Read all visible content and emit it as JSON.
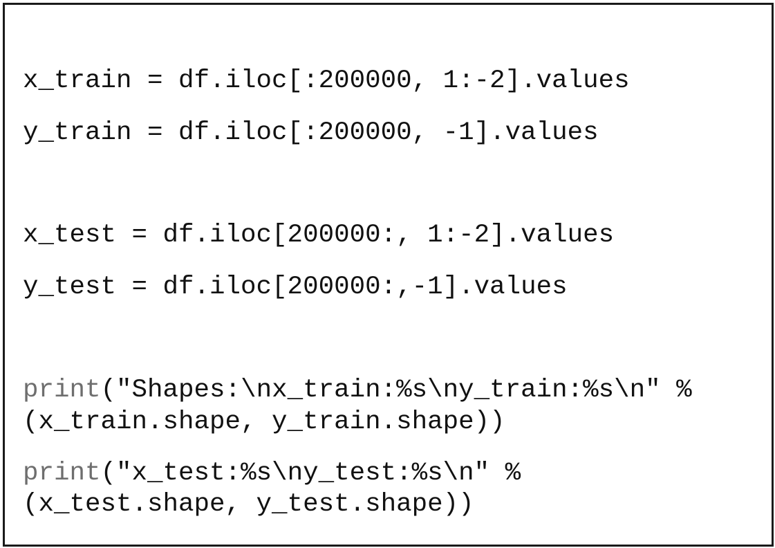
{
  "code": {
    "lines": [
      "x_train = df.iloc[:200000, 1:-2].values",
      "y_train = df.iloc[:200000, -1].values",
      "x_test = df.iloc[200000:, 1:-2].values",
      "y_test = df.iloc[200000:,-1].values",
      "print",
      "(\"Shapes:\\nx_train:%s\\ny_train:%s\\n\" %",
      "(x_train.shape, y_train.shape))",
      "print",
      "(\"x_test:%s\\ny_test:%s\\n\" %",
      "(x_test.shape, y_test.shape))"
    ]
  },
  "colors": {
    "text": "#111111",
    "keyword": "#6e6e6e",
    "border": "#1a1a1a",
    "background": "#ffffff"
  }
}
